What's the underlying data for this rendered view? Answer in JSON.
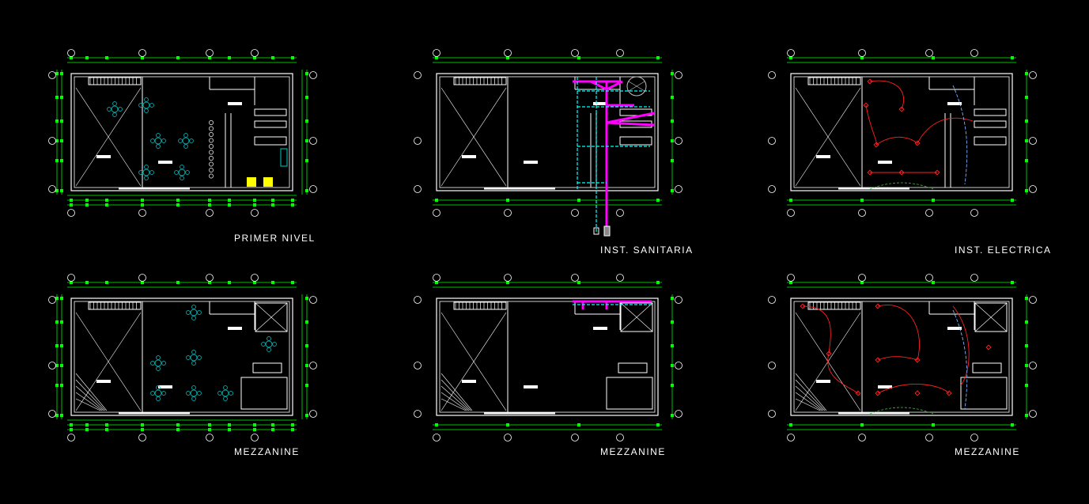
{
  "drawing": {
    "background_color": "#000000",
    "colors": {
      "walls": "#ffffff",
      "dimensions": "#00c000",
      "dimension_ticks": "#00ff00",
      "furniture": "#00c8c8",
      "sanitary_pipe": "#ff00ff",
      "sanitary_cold": "#00ffff",
      "electrical_circuit": "#ff2020",
      "electrical_return": "#80b0ff",
      "highlight": "#ffff00",
      "lamp_outline": "#c0c0c0"
    },
    "sheets": [
      {
        "id": "primer-nivel",
        "title": "PRIMER NIVEL",
        "row": "top",
        "column": "left",
        "systems": [
          "architecture",
          "furniture"
        ]
      },
      {
        "id": "inst-sanitaria",
        "title": "INST. SANITARIA",
        "row": "top",
        "column": "center",
        "systems": [
          "architecture",
          "sanitary"
        ]
      },
      {
        "id": "inst-electrica",
        "title": "INST. ELECTRICA",
        "row": "top",
        "column": "right",
        "systems": [
          "architecture",
          "electrical"
        ]
      },
      {
        "id": "mezzanine-arq",
        "title": "MEZZANINE",
        "row": "bottom",
        "column": "left",
        "systems": [
          "architecture",
          "furniture"
        ]
      },
      {
        "id": "mezzanine-san",
        "title": "MEZZANINE",
        "row": "bottom",
        "column": "center",
        "systems": [
          "architecture",
          "sanitary"
        ]
      },
      {
        "id": "mezzanine-ele",
        "title": "MEZZANINE",
        "row": "bottom",
        "column": "right",
        "systems": [
          "architecture",
          "electrical"
        ]
      }
    ]
  }
}
